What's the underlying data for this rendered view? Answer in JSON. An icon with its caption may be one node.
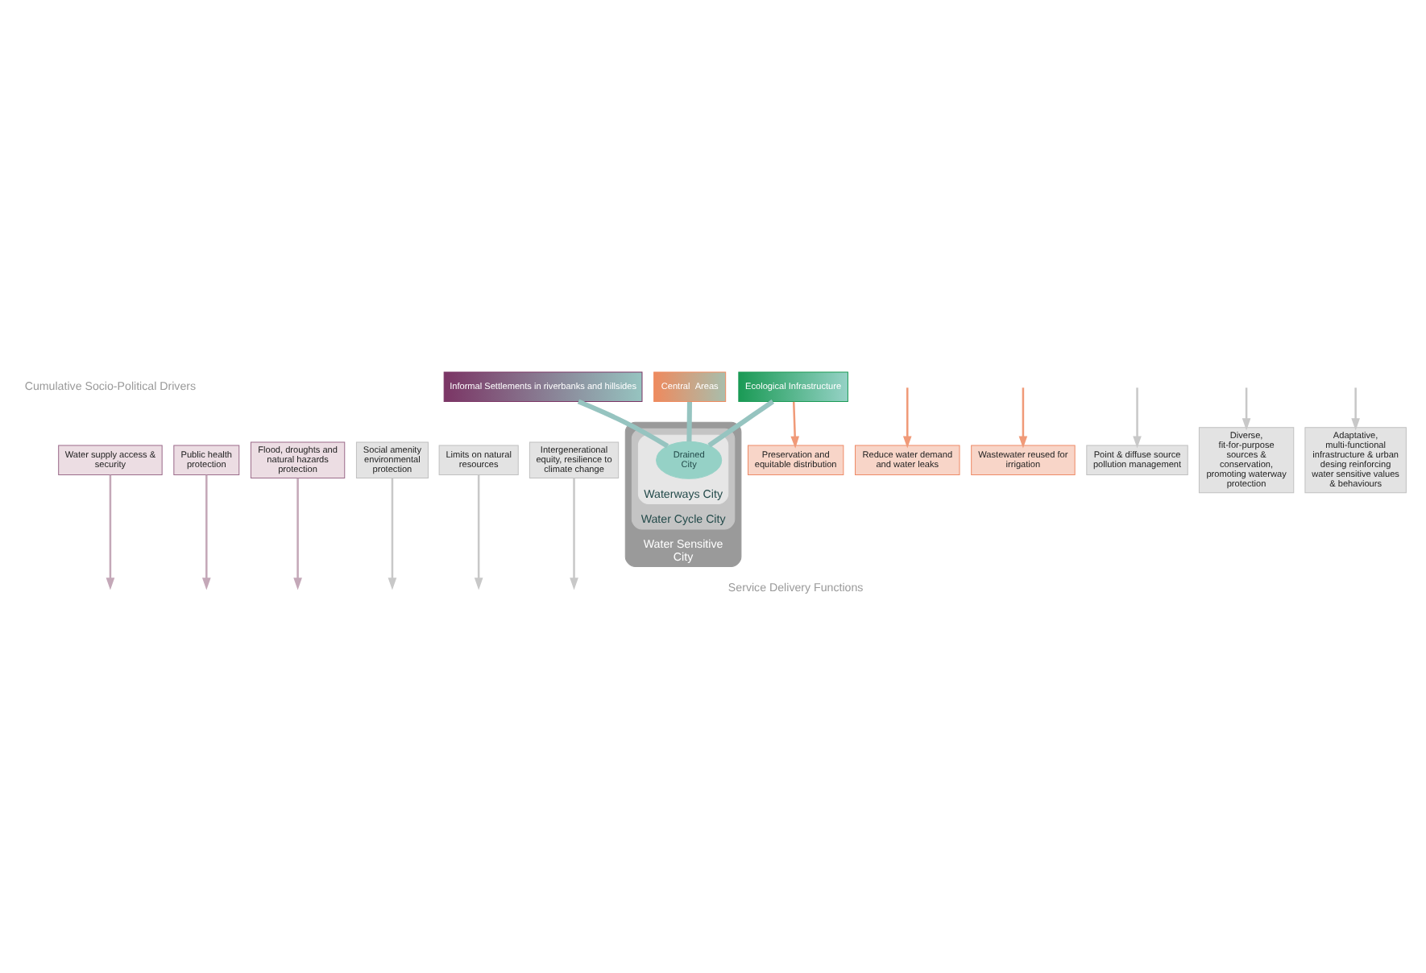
{
  "diagram": {
    "nodes": [
      {
        "text": [
          "Water supply access & security"
        ]
      },
      {
        "text": [
          "Public health protection"
        ]
      },
      {
        "text": [
          "Flood, droughts and natural hazards protection"
        ]
      },
      {
        "text": [
          "Social amenity environmental protection"
        ]
      },
      {
        "text": [
          "Limits on natural resources"
        ]
      },
      {
        "text": [
          "Intergenerational equity, resilience to climate change"
        ]
      },
      {
        "text": [
          "Informal Settlements in riverbanks and hillsides"
        ]
      },
      {
        "text": [
          "Ecological Infrastructure"
        ]
      },
      {
        "text": [
          "Central  Areas"
        ]
      },
      {
        "text": [
          "Water Sensitive City"
        ]
      },
      {
        "text": [
          "Water Cycle City"
        ],
        "in": 9
      },
      {
        "text": [
          "Waterways City"
        ],
        "in": 10
      },
      {
        "text": [
          "Drained City"
        ],
        "in": 11
      },
      {
        "text": [
          "Preservation and equitable distribution"
        ]
      },
      {
        "text": [
          "Reduce water demand and water leaks"
        ]
      },
      {
        "text": [
          "Wastewater reused for irrigation"
        ]
      },
      {
        "text": [
          "Point & diffuse source pollution management"
        ]
      },
      {
        "text": [
          "Diverse, fit-for-purpose sources & conservation, promoting waterway protection"
        ]
      },
      {
        "text": [
          "Adaptative, multi-functional infrastructure & urban desing reinforcing water sensitive values & behaviours"
        ]
      }
    ],
    "edges": [
      {
        "from": 0,
        "to": null,
        "arrow": "to",
        "color": "#c4a8b8"
      },
      {
        "from": 1,
        "to": null,
        "arrow": "to",
        "color": "#c4a8b8"
      },
      {
        "from": 2,
        "to": null,
        "arrow": "to",
        "color": "#c4a8b8"
      },
      {
        "from": 3,
        "to": null,
        "arrow": "to",
        "color": "#c8c8c8"
      },
      {
        "from": 4,
        "to": null,
        "arrow": "to",
        "color": "#c8c8c8"
      },
      {
        "from": 5,
        "to": null,
        "arrow": "to",
        "color": "#c8c8c8"
      },
      {
        "from": 6,
        "to": 12,
        "arrow": "none",
        "style": "thick",
        "color": "#96c4c0"
      },
      {
        "from": 7,
        "to": 12,
        "arrow": "none",
        "style": "thick",
        "color": "#96c4c0"
      },
      {
        "from": 8,
        "to": 12,
        "arrow": "none",
        "style": "thick",
        "color": "#96c4c0"
      },
      {
        "from": 7,
        "to": 13,
        "arrow": "to",
        "color": "#f09a78"
      },
      {
        "from": null,
        "to": 14,
        "arrow": "to",
        "color": "#f09a78"
      },
      {
        "from": null,
        "to": 15,
        "arrow": "to",
        "color": "#f09a78"
      },
      {
        "from": null,
        "to": 16,
        "arrow": "to",
        "color": "#c8c8c8"
      },
      {
        "from": null,
        "to": 17,
        "arrow": "to",
        "color": "#c8c8c8"
      },
      {
        "from": null,
        "to": 18,
        "arrow": "to",
        "color": "#c8c8c8"
      }
    ],
    "labels": [
      "Cumulative Socio-Political Drivers",
      "Service Delivery Functions"
    ]
  }
}
